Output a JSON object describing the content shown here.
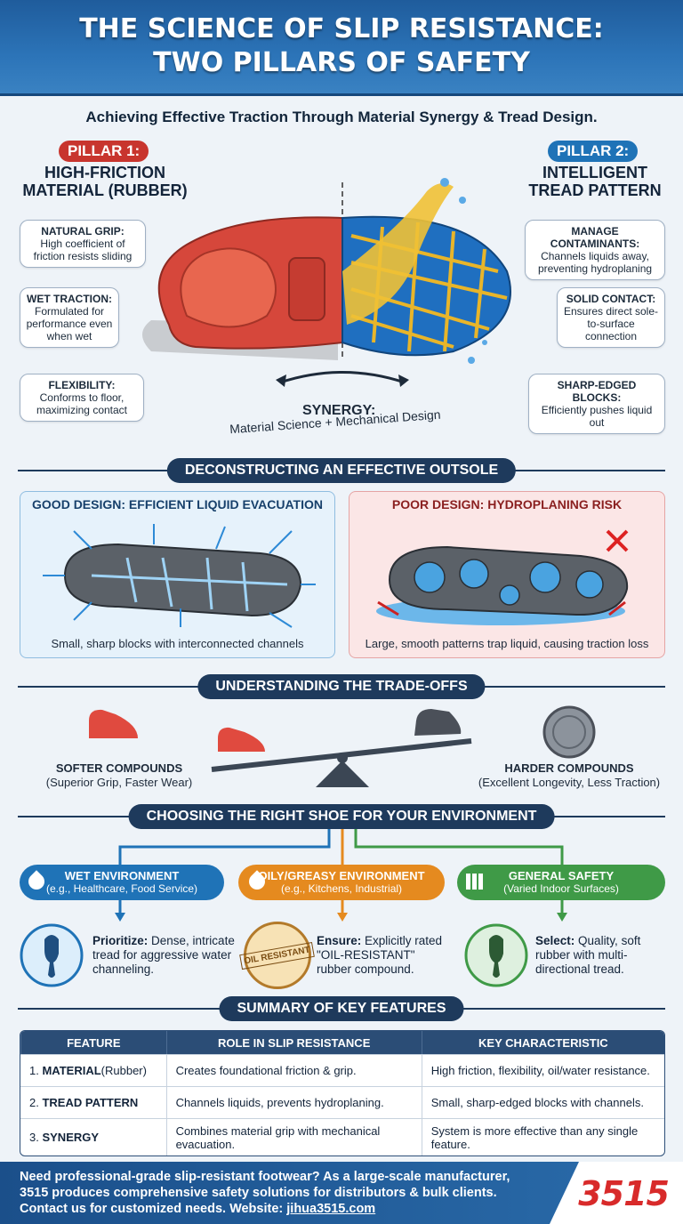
{
  "header": {
    "title_line1": "THE SCIENCE OF SLIP RESISTANCE:",
    "title_line2": "TWO PILLARS OF SAFETY"
  },
  "subtitle": "Achieving Effective Traction Through Material Synergy & Tread Design.",
  "pillar1": {
    "tag": "PILLAR 1:",
    "title_line1": "HIGH-FRICTION",
    "title_line2": "MATERIAL (RUBBER)",
    "color": "#c8352e"
  },
  "pillar2": {
    "tag": "PILLAR 2:",
    "title_line1": "INTELLIGENT",
    "title_line2": "TREAD PATTERN",
    "color": "#1f73b7"
  },
  "left_callouts": [
    {
      "title": "NATURAL GRIP:",
      "text": "High coefficient of friction resists sliding"
    },
    {
      "title": "WET TRACTION:",
      "text": "Formulated for performance even when wet"
    },
    {
      "title": "FLEXIBILITY:",
      "text": "Conforms to floor, maximizing contact"
    }
  ],
  "right_callouts": [
    {
      "title": "MANAGE CONTAMINANTS:",
      "text": "Channels liquids away, preventing hydroplaning"
    },
    {
      "title": "SOLID CONTACT:",
      "text": "Ensures direct sole-to-surface connection"
    },
    {
      "title": "SHARP-EDGED BLOCKS:",
      "text": "Efficiently pushes liquid out"
    }
  ],
  "synergy": {
    "title": "SYNERGY:",
    "text": "Material Science + Mechanical Design"
  },
  "section_outsole": "DECONSTRUCTING AN EFFECTIVE OUTSOLE",
  "good_design": {
    "title": "GOOD DESIGN: EFFICIENT LIQUID EVACUATION",
    "caption": "Small, sharp blocks with interconnected channels"
  },
  "poor_design": {
    "title": "POOR DESIGN: HYDROPLANING RISK",
    "caption": "Large, smooth patterns trap liquid, causing traction loss"
  },
  "section_tradeoffs": "UNDERSTANDING THE TRADE-OFFS",
  "softer": {
    "title": "SOFTER COMPOUNDS",
    "text": "(Superior Grip, Faster Wear)"
  },
  "harder": {
    "title": "HARDER COMPOUNDS",
    "text": "(Excellent Longevity, Less Traction)"
  },
  "section_choose": "CHOOSING THE RIGHT SHOE FOR YOUR ENVIRONMENT",
  "environments": [
    {
      "title": "WET ENVIRONMENT",
      "sub": "(e.g., Healthcare, Food Service)",
      "lead": "Prioritize:",
      "text": "Dense, intricate tread for aggressive water channeling.",
      "color": "#1f73b7",
      "icon": "water-drop-icon"
    },
    {
      "title": "OILY/GREASY ENVIRONMENT",
      "sub": "(e.g., Kitchens, Industrial)",
      "lead": "Ensure:",
      "text": "Explicitly rated \"OIL-RESISTANT\" rubber compound.",
      "color": "#e58a1f",
      "icon": "oil-drop-icon",
      "stamp": "OIL RESISTANT"
    },
    {
      "title": "GENERAL SAFETY",
      "sub": "(Varied Indoor Surfaces)",
      "lead": "Select:",
      "text": "Quality, soft rubber with multi-directional tread.",
      "color": "#3f9a47",
      "icon": "floor-tiles-icon"
    }
  ],
  "section_summary": "SUMMARY OF KEY FEATURES",
  "table": {
    "headers": [
      "FEATURE",
      "ROLE IN SLIP RESISTANCE",
      "KEY CHARACTERISTIC"
    ],
    "rows": [
      {
        "num": "1.",
        "bold": "MATERIAL",
        "rest": " (Rubber)",
        "role": "Creates foundational friction & grip.",
        "char": "High friction, flexibility, oil/water resistance."
      },
      {
        "num": "2.",
        "bold": "TREAD PATTERN",
        "rest": "",
        "role": "Channels liquids, prevents hydroplaning.",
        "char": "Small, sharp-edged blocks with channels."
      },
      {
        "num": "3.",
        "bold": "SYNERGY",
        "rest": "",
        "role": "Combines material grip with mechanical evacuation.",
        "char": "System is more effective than any single feature."
      }
    ]
  },
  "footer": {
    "line1": "Need professional-grade slip-resistant footwear? As a large-scale manufacturer,",
    "line2": "3515 produces comprehensive safety solutions for distributors & bulk clients.",
    "line3_prefix": "Contact us for customized needs. Website: ",
    "website": "jihua3515.com",
    "logo": "3515"
  }
}
